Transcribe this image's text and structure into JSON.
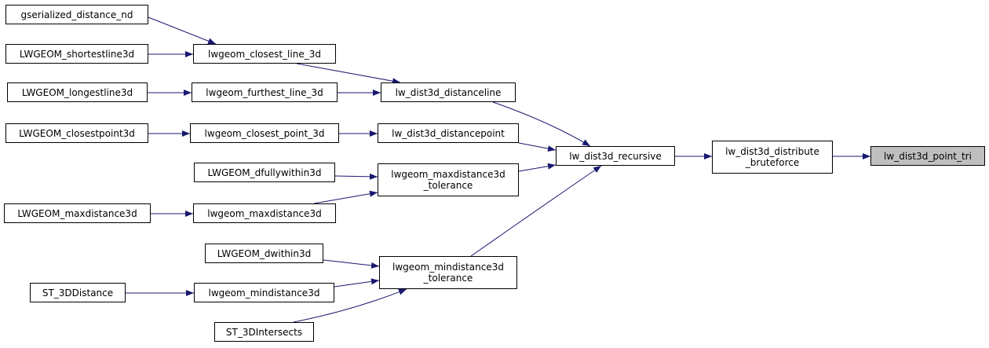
{
  "colors": {
    "edge": "#191970",
    "node_border": "#000000",
    "node_fill": "#ffffff",
    "current_fill": "#bfbfbf"
  },
  "nodes": {
    "gserialized_distance_nd": {
      "lines": [
        "gserialized_distance_nd"
      ]
    },
    "LWGEOM_shortestline3d": {
      "lines": [
        "LWGEOM_shortestline3d"
      ]
    },
    "lwgeom_closest_line_3d": {
      "lines": [
        "lwgeom_closest_line_3d"
      ]
    },
    "LWGEOM_longestline3d": {
      "lines": [
        "LWGEOM_longestline3d"
      ]
    },
    "lwgeom_furthest_line_3d": {
      "lines": [
        "lwgeom_furthest_line_3d"
      ]
    },
    "lw_dist3d_distanceline": {
      "lines": [
        "lw_dist3d_distanceline"
      ]
    },
    "LWGEOM_closestpoint3d": {
      "lines": [
        "LWGEOM_closestpoint3d"
      ]
    },
    "lwgeom_closest_point_3d": {
      "lines": [
        "lwgeom_closest_point_3d"
      ]
    },
    "lw_dist3d_distancepoint": {
      "lines": [
        "lw_dist3d_distancepoint"
      ]
    },
    "lw_dist3d_recursive": {
      "lines": [
        "lw_dist3d_recursive"
      ]
    },
    "lw_dist3d_distribute_bruteforce": {
      "lines": [
        "lw_dist3d_distribute",
        "_bruteforce"
      ]
    },
    "lw_dist3d_point_tri": {
      "lines": [
        "lw_dist3d_point_tri"
      ]
    },
    "LWGEOM_dfullywithin3d": {
      "lines": [
        "LWGEOM_dfullywithin3d"
      ]
    },
    "lwgeom_maxdistance3d_tolerance": {
      "lines": [
        "lwgeom_maxdistance3d",
        "_tolerance"
      ]
    },
    "LWGEOM_maxdistance3d": {
      "lines": [
        "LWGEOM_maxdistance3d"
      ]
    },
    "lwgeom_maxdistance3d": {
      "lines": [
        "lwgeom_maxdistance3d"
      ]
    },
    "LWGEOM_dwithin3d": {
      "lines": [
        "LWGEOM_dwithin3d"
      ]
    },
    "lwgeom_mindistance3d_tolerance": {
      "lines": [
        "lwgeom_mindistance3d",
        "_tolerance"
      ]
    },
    "ST_3DDistance": {
      "lines": [
        "ST_3DDistance"
      ]
    },
    "lwgeom_mindistance3d": {
      "lines": [
        "lwgeom_mindistance3d"
      ]
    },
    "ST_3DIntersects": {
      "lines": [
        "ST_3DIntersects"
      ]
    }
  },
  "edges": [
    [
      "gserialized_distance_nd",
      "lwgeom_closest_line_3d"
    ],
    [
      "LWGEOM_shortestline3d",
      "lwgeom_closest_line_3d"
    ],
    [
      "lwgeom_closest_line_3d",
      "lw_dist3d_distanceline"
    ],
    [
      "LWGEOM_longestline3d",
      "lwgeom_furthest_line_3d"
    ],
    [
      "lwgeom_furthest_line_3d",
      "lw_dist3d_distanceline"
    ],
    [
      "lw_dist3d_distanceline",
      "lw_dist3d_recursive"
    ],
    [
      "LWGEOM_closestpoint3d",
      "lwgeom_closest_point_3d"
    ],
    [
      "lwgeom_closest_point_3d",
      "lw_dist3d_distancepoint"
    ],
    [
      "lw_dist3d_distancepoint",
      "lw_dist3d_recursive"
    ],
    [
      "lw_dist3d_recursive",
      "lw_dist3d_distribute_bruteforce"
    ],
    [
      "lw_dist3d_distribute_bruteforce",
      "lw_dist3d_point_tri"
    ],
    [
      "LWGEOM_dfullywithin3d",
      "lwgeom_maxdistance3d_tolerance"
    ],
    [
      "lwgeom_maxdistance3d_tolerance",
      "lw_dist3d_recursive"
    ],
    [
      "LWGEOM_maxdistance3d",
      "lwgeom_maxdistance3d"
    ],
    [
      "lwgeom_maxdistance3d",
      "lwgeom_maxdistance3d_tolerance"
    ],
    [
      "LWGEOM_dwithin3d",
      "lwgeom_mindistance3d_tolerance"
    ],
    [
      "lwgeom_mindistance3d_tolerance",
      "lw_dist3d_recursive"
    ],
    [
      "ST_3DDistance",
      "lwgeom_mindistance3d"
    ],
    [
      "lwgeom_mindistance3d",
      "lwgeom_mindistance3d_tolerance"
    ],
    [
      "ST_3DIntersects",
      "lwgeom_mindistance3d_tolerance"
    ]
  ]
}
